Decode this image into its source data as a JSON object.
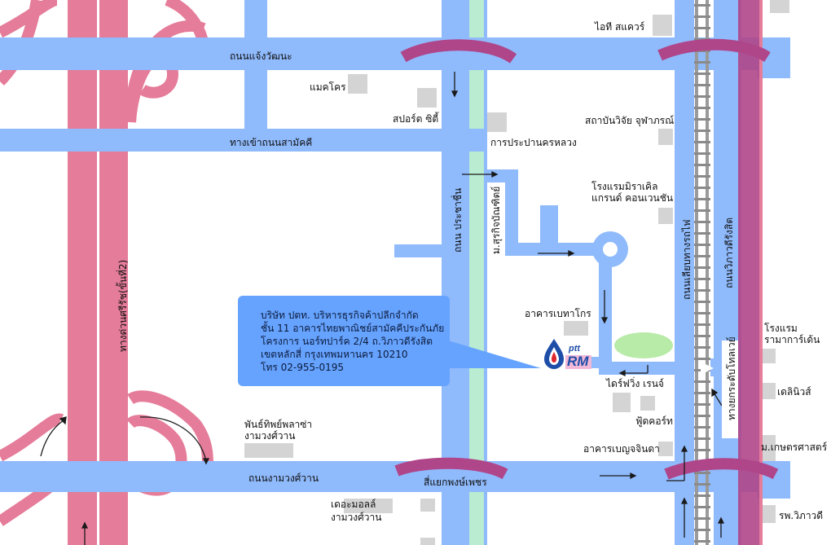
{
  "company": {
    "lines": [
      "บริษัท ปตท. บริหารธุรกิจค้าปลีกจำกัด",
      "ชั้น 11 อาคารไทยพาณิชย์สามัคคีประกันภัย",
      "โครงการ นอร์ทปาร์ค 2/4 ถ.วิภาวดีรังสิต",
      "เขตหลักสี่ กรุงเทพมหานคร 10210",
      "โทร 02-955-0195"
    ]
  },
  "logo": {
    "small_text": "ptt",
    "main_text": "RM"
  },
  "roads": {
    "chaeng_watthana": "ถนนแจ้งวัฒนะ",
    "samakkhi_entrance": "ทางเข้าถนนสามัคคี",
    "ngamwongwan": "ถนนงามวงศ์วาน",
    "tollway": "ทางด่วนศรีรัช(ขั้นที่2)",
    "prachachuen": "ถนน ประชาชื่น",
    "surakit": "ม.สุรกิจบัณฑิตย์",
    "railway_road": "ถนนเลียบทางรถไฟ",
    "vibhavadi": "ถนนวิภาวดีรังสิต",
    "donmuang_tollway": "ทางยกระดับโทลเวย์",
    "khae_rai": "สี่แยกพงษ์เพชร"
  },
  "places": {
    "it_square": "ไอที สแควร์",
    "makro": "แมคโคร",
    "sport_city": "สปอร์ต ซิตี้",
    "mea": "การประปานครหลวง",
    "chulabhorn": "สถาบันวิจัย จุฬาภรณ์",
    "miracle_1": "โรงแรมมิราเคิล",
    "miracle_2": "แกรนด์ คอนเวนชัน",
    "benthako": "อาคารเบทาโกร",
    "driving_range": "ไดร์ฟวิ่ง เรนจ์",
    "food_court": "ฟู้ดคอร์ท",
    "benchajinda": "อาคารเบญจจินดา",
    "phanthip_1": "พันธ์ทิพย์พลาซ่า",
    "phanthip_2": "งามวงศ์วาน",
    "the_mall_1": "เดอะมอลล์",
    "the_mall_2": "งามวงศ์วาน",
    "rama_garden_1": "โรงแรม",
    "rama_garden_2": "รามาการ์เด้น",
    "dalinews": "เดลินิวส์",
    "kasetsart": "ม.เกษตรศาสตร์",
    "vibhavadi_hospital": "รพ.วิภาวดี"
  },
  "colors": {
    "road_blue": "#8fbafc",
    "expressway_pink": "#e57c9a",
    "overpass_purple": "#b0468a",
    "university_green": "#b9ecd0",
    "infobox_blue": "#66a3ff",
    "building_gray": "#d4d4d4",
    "green_area": "#b8eaa8"
  }
}
